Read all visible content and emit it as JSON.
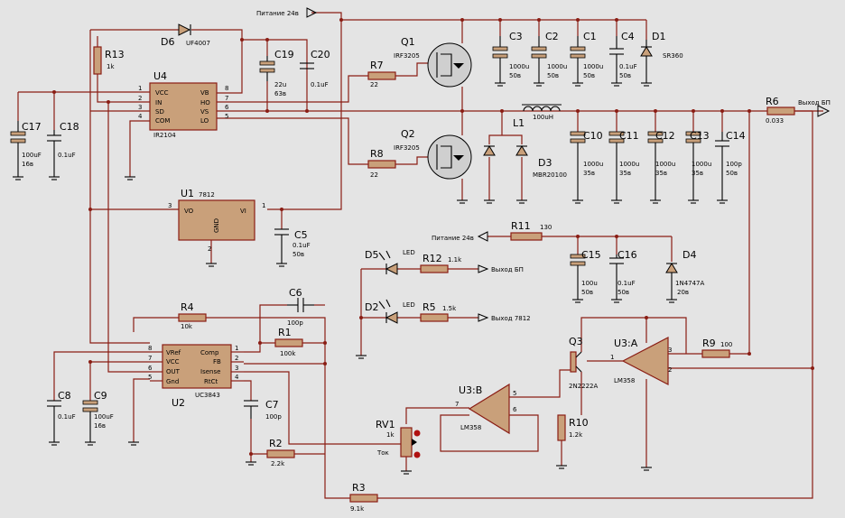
{
  "refs": {
    "u1": "U1",
    "u2": "U2",
    "u4": "U4",
    "u3a": "U3:A",
    "u3b": "U3:B",
    "q1": "Q1",
    "q2": "Q2",
    "q3": "Q3",
    "d1": "D1",
    "d2": "D2",
    "d3": "D3",
    "d4": "D4",
    "d5": "D5",
    "d6": "D6",
    "l1": "L1",
    "rv1": "RV1",
    "r1": "R1",
    "r2": "R2",
    "r3": "R3",
    "r4": "R4",
    "r5": "R5",
    "r6": "R6",
    "r7": "R7",
    "r8": "R8",
    "r9": "R9",
    "r10": "R10",
    "r11": "R11",
    "r12": "R12",
    "r13": "R13",
    "c1": "C1",
    "c2": "C2",
    "c3": "C3",
    "c4": "C4",
    "c5": "C5",
    "c6": "C6",
    "c7": "C7",
    "c8": "C8",
    "c9": "C9",
    "c10": "C10",
    "c11": "C11",
    "c12": "C12",
    "c13": "C13",
    "c14": "C14",
    "c15": "C15",
    "c16": "C16",
    "c17": "C17",
    "c18": "C18",
    "c19": "C19",
    "c20": "C20"
  },
  "values": {
    "u1": "7812",
    "u2": "UC3843",
    "u4": "IR2104",
    "u3": "LM358",
    "q1": "IRF3205",
    "q2": "IRF3205",
    "q3": "2N2222A",
    "d1": "SR360",
    "d3": "MBR20100",
    "d4": "1N4747A",
    "d4v": "20в",
    "d6": "UF4007",
    "led": "LED",
    "l1": "100uH",
    "rv1": "1k",
    "rv1_label": "Ток",
    "r1": "100k",
    "r2": "2.2k",
    "r3": "9.1k",
    "r4": "10k",
    "r5": "1.5k",
    "r6": "0.033",
    "r7": "22",
    "r8": "22",
    "r9": "100",
    "r10": "1.2k",
    "r11": "130",
    "r12": "1.1k",
    "r13": "1k",
    "c1": "1000u",
    "c1v": "50в",
    "c2": "1000u",
    "c2v": "50в",
    "c3": "1000u",
    "c3v": "50в",
    "c4": "0.1uF",
    "c4v": "50в",
    "c5": "0.1uF",
    "c5v": "50в",
    "c6": "100p",
    "c7": "100p",
    "c8": "0.1uF",
    "c9": "100uF",
    "c9v": "16в",
    "c10": "1000u",
    "c10v": "35в",
    "c11": "1000u",
    "c11v": "35в",
    "c12": "1000u",
    "c12v": "35в",
    "c13": "1000u",
    "c13v": "35в",
    "c14": "100p",
    "c14v": "50в",
    "c15": "100u",
    "c15v": "50в",
    "c16": "0.1uF",
    "c16v": "50в",
    "c17": "100uF",
    "c17v": "16в",
    "c18": "0.1uF",
    "c19": "22u",
    "c19v": "63в",
    "c20": "0.1uF"
  },
  "pins": {
    "u4": [
      "VCC",
      "IN",
      "SD",
      "COM",
      "VB",
      "HO",
      "VS",
      "LO"
    ],
    "u4n": [
      "1",
      "2",
      "3",
      "4",
      "8",
      "7",
      "6",
      "5"
    ],
    "u2": [
      "VRef",
      "VCC",
      "OUT",
      "Gnd",
      "Comp",
      "FB",
      "Isense",
      "RtCt"
    ],
    "u2n": [
      "8",
      "7",
      "6",
      "5",
      "1",
      "2",
      "3",
      "4"
    ],
    "u1": [
      "VO",
      "VI",
      "GND"
    ],
    "u1n": [
      "3",
      "1",
      "2"
    ],
    "u3a": [
      "3",
      "2",
      "1"
    ],
    "u3b": [
      "7",
      "5",
      "6"
    ]
  },
  "labels": {
    "pitanie_top": "Питание 24в",
    "pitanie_mid": "Питание 24в",
    "vyhod_bp_out": "Выход БП",
    "vyhod_bp_led": "Выход БП",
    "vyhod_7812": "Выход 7812"
  }
}
